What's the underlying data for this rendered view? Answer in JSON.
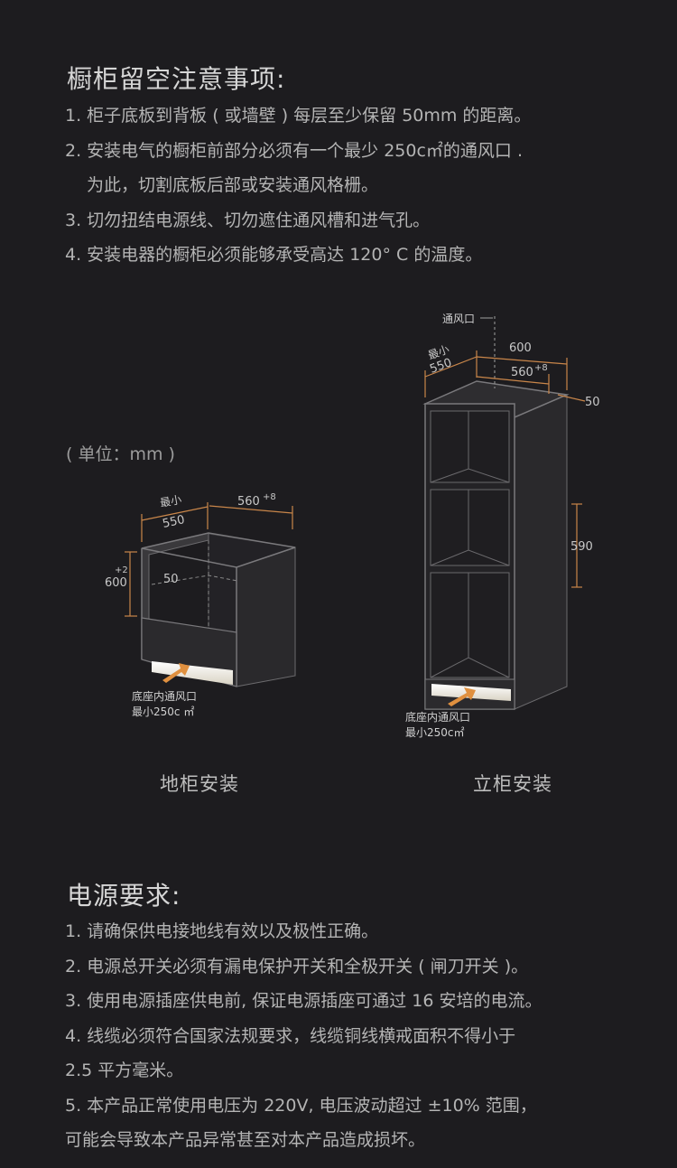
{
  "section1": {
    "title": "橱柜留空注意事项:",
    "items": [
      "1. 柜子底板到背板 ( 或墙壁 ) 每层至少保留 50mm 的距离。",
      "2. 安装电气的橱柜前部分必须有一个最少 250c㎡的通风口 .",
      "为此，切割底板后部或安装通风格栅。",
      "3. 切勿扭结电源线、切勿遮住通风槽和进气孔。",
      "4. 安装电器的橱柜必须能够承受高达 120° C 的温度。"
    ]
  },
  "unit": "( 单位：mm )",
  "diagram_left": {
    "min_label": "最小",
    "depth": "550",
    "width": "560",
    "width_tol": "+8",
    "height": "600",
    "height_tol": "+2",
    "gap": "50",
    "vent_line1": "底座内通风口",
    "vent_line2": "最小250c ㎡",
    "caption": "地柜安装"
  },
  "diagram_right": {
    "vent_top": "通风口",
    "min_label": "最小",
    "depth": "550",
    "outer_width": "600",
    "width": "560",
    "width_tol": "+8",
    "gap": "50",
    "height": "590",
    "vent_line1": "底座内通风口",
    "vent_line2": "最小250c㎡",
    "caption": "立柜安装"
  },
  "section2": {
    "title": "电源要求:",
    "items": [
      "1. 请确保供电接地线有效以及极性正确。",
      "2. 电源总开关必须有漏电保护开关和全极开关 ( 闸刀开关 )。",
      "3. 使用电源插座供电前, 保证电源插座可通过 16 安培的电流。",
      "4. 线缆必须符合国家法规要求，线缆铜线横戒面积不得小于",
      "2.5 平方毫米。",
      "5. 本产品正常使用电压为 220V, 电压波动超过 ±10% 范围，",
      "可能会导致本产品异常甚至对本产品造成损坏。"
    ]
  },
  "colors": {
    "background": "#1d1c1f",
    "dimension": "#c9864a",
    "arrow": "#e0903f",
    "vent_glow": "#f2efe6"
  }
}
